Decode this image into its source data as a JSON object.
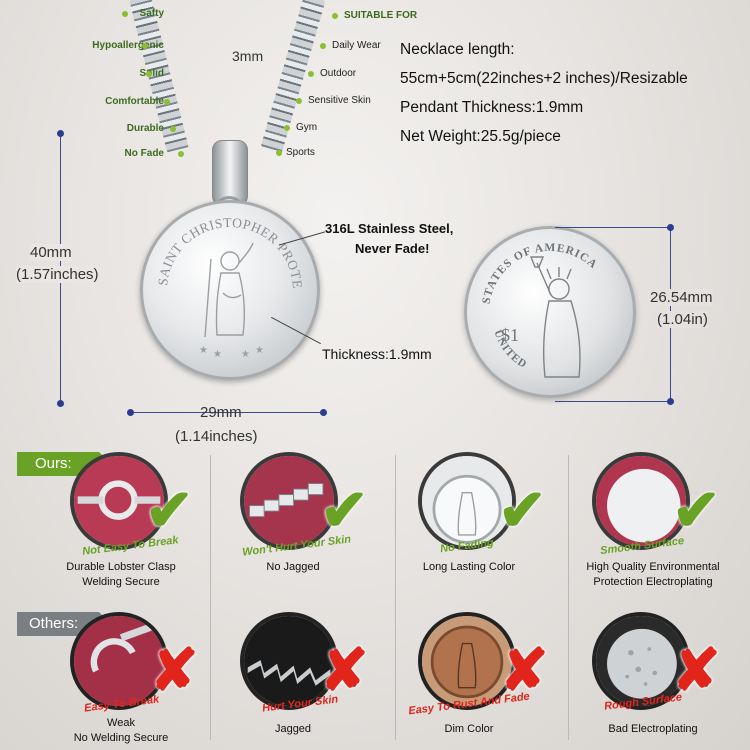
{
  "features_left": [
    "Safty",
    "Hypoallergenic",
    "Solid",
    "Comfortable",
    "Durable",
    "No Fade"
  ],
  "suitable_title": "SUITABLE FOR",
  "suitable_for": [
    "Daily Wear",
    "Outdoor",
    "Sensitive Skin",
    "Gym",
    "Sports"
  ],
  "chain_width": "3mm",
  "specs": [
    "Necklace length:",
    "55cm+5cm(22inches+2 inches)/Resizable",
    "Pendant Thickness:1.9mm",
    "Net Weight:25.5g/piece"
  ],
  "pendant": {
    "text_top": "SAINT CHRISTOPHER PROTECT US",
    "height_mm": "40mm",
    "height_in": "(1.57inches)",
    "width_mm": "29mm",
    "width_in": "(1.14inches)",
    "material_line1": "316L Stainless Steel,",
    "material_line2": "Never Fade!",
    "thickness": "Thickness:1.9mm"
  },
  "coin": {
    "ring_text": "STATES OF AMERICA",
    "bottom_text": "UNITED",
    "value": "$1",
    "diameter_mm": "26.54mm",
    "diameter_in": "(1.04in)"
  },
  "comparison": {
    "ours_label": "Ours:",
    "others_label": "Others:",
    "ours": [
      {
        "ribbon": "Not Easy To Break",
        "caption": "Durable Lobster Clasp\nWelding Secure"
      },
      {
        "ribbon": "Won't Hurt Your Skin",
        "caption": "No Jagged"
      },
      {
        "ribbon": "No Fading",
        "caption": "Long Lasting Color"
      },
      {
        "ribbon": "Smooth Surface",
        "caption": "High Quality Environmental\nProtection Electroplating"
      }
    ],
    "others": [
      {
        "ribbon": "Easy To Break",
        "caption": "Weak\nNo Welding Secure"
      },
      {
        "ribbon": "Hurt Your Skin",
        "caption": "Jagged"
      },
      {
        "ribbon": "Easy To Rust And Fade",
        "caption": "Dim Color"
      },
      {
        "ribbon": "Rough Surface",
        "caption": "Bad Electroplating"
      }
    ]
  },
  "colors": {
    "accent_green": "#6aa225",
    "warning_red": "#e1251b",
    "dimension_blue": "#2b3b8f"
  }
}
